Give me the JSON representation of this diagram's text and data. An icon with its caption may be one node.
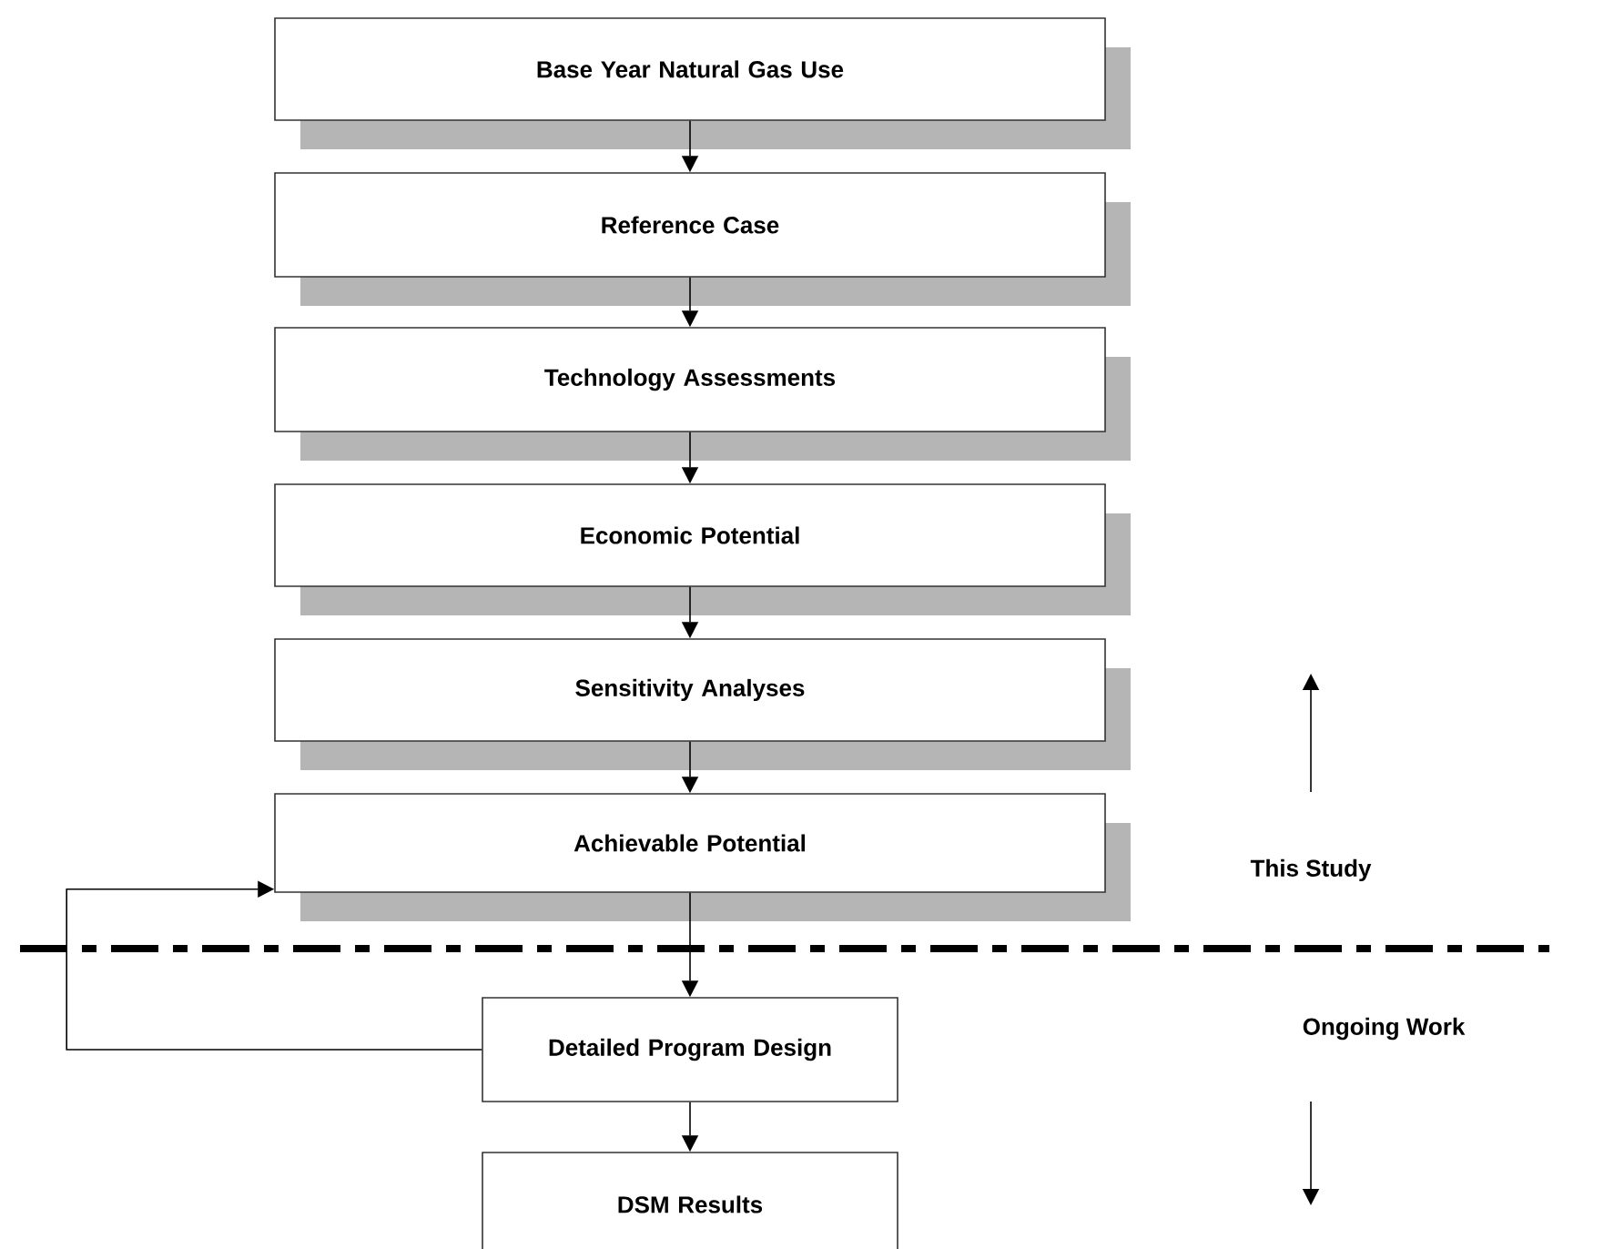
{
  "diagram": {
    "nodes": [
      {
        "text": [
          "Base Year Natural Gas Use"
        ]
      },
      {
        "text": [
          "Reference Case"
        ]
      },
      {
        "text": [
          "Technology Assessments"
        ]
      },
      {
        "text": [
          "Economic Potential"
        ]
      },
      {
        "text": [
          "Sensitivity Analyses"
        ]
      },
      {
        "text": [
          "Achievable Potential"
        ]
      },
      {
        "text": [
          "Detailed Program Design"
        ]
      },
      {
        "text": [
          "DSM Results"
        ]
      }
    ],
    "edges": [
      {
        "from": 0,
        "to": 1,
        "arrow": "to"
      },
      {
        "from": 1,
        "to": 2,
        "arrow": "to"
      },
      {
        "from": 2,
        "to": 3,
        "arrow": "to"
      },
      {
        "from": 3,
        "to": 4,
        "arrow": "to"
      },
      {
        "from": 4,
        "to": 5,
        "arrow": "to"
      },
      {
        "from": 5,
        "to": 6,
        "arrow": "to"
      },
      {
        "from": 6,
        "to": 7,
        "arrow": "to"
      },
      {
        "from": 6,
        "to": 5,
        "arrow": "to"
      }
    ],
    "labels": [
      "This Study",
      "Ongoing Work"
    ]
  }
}
